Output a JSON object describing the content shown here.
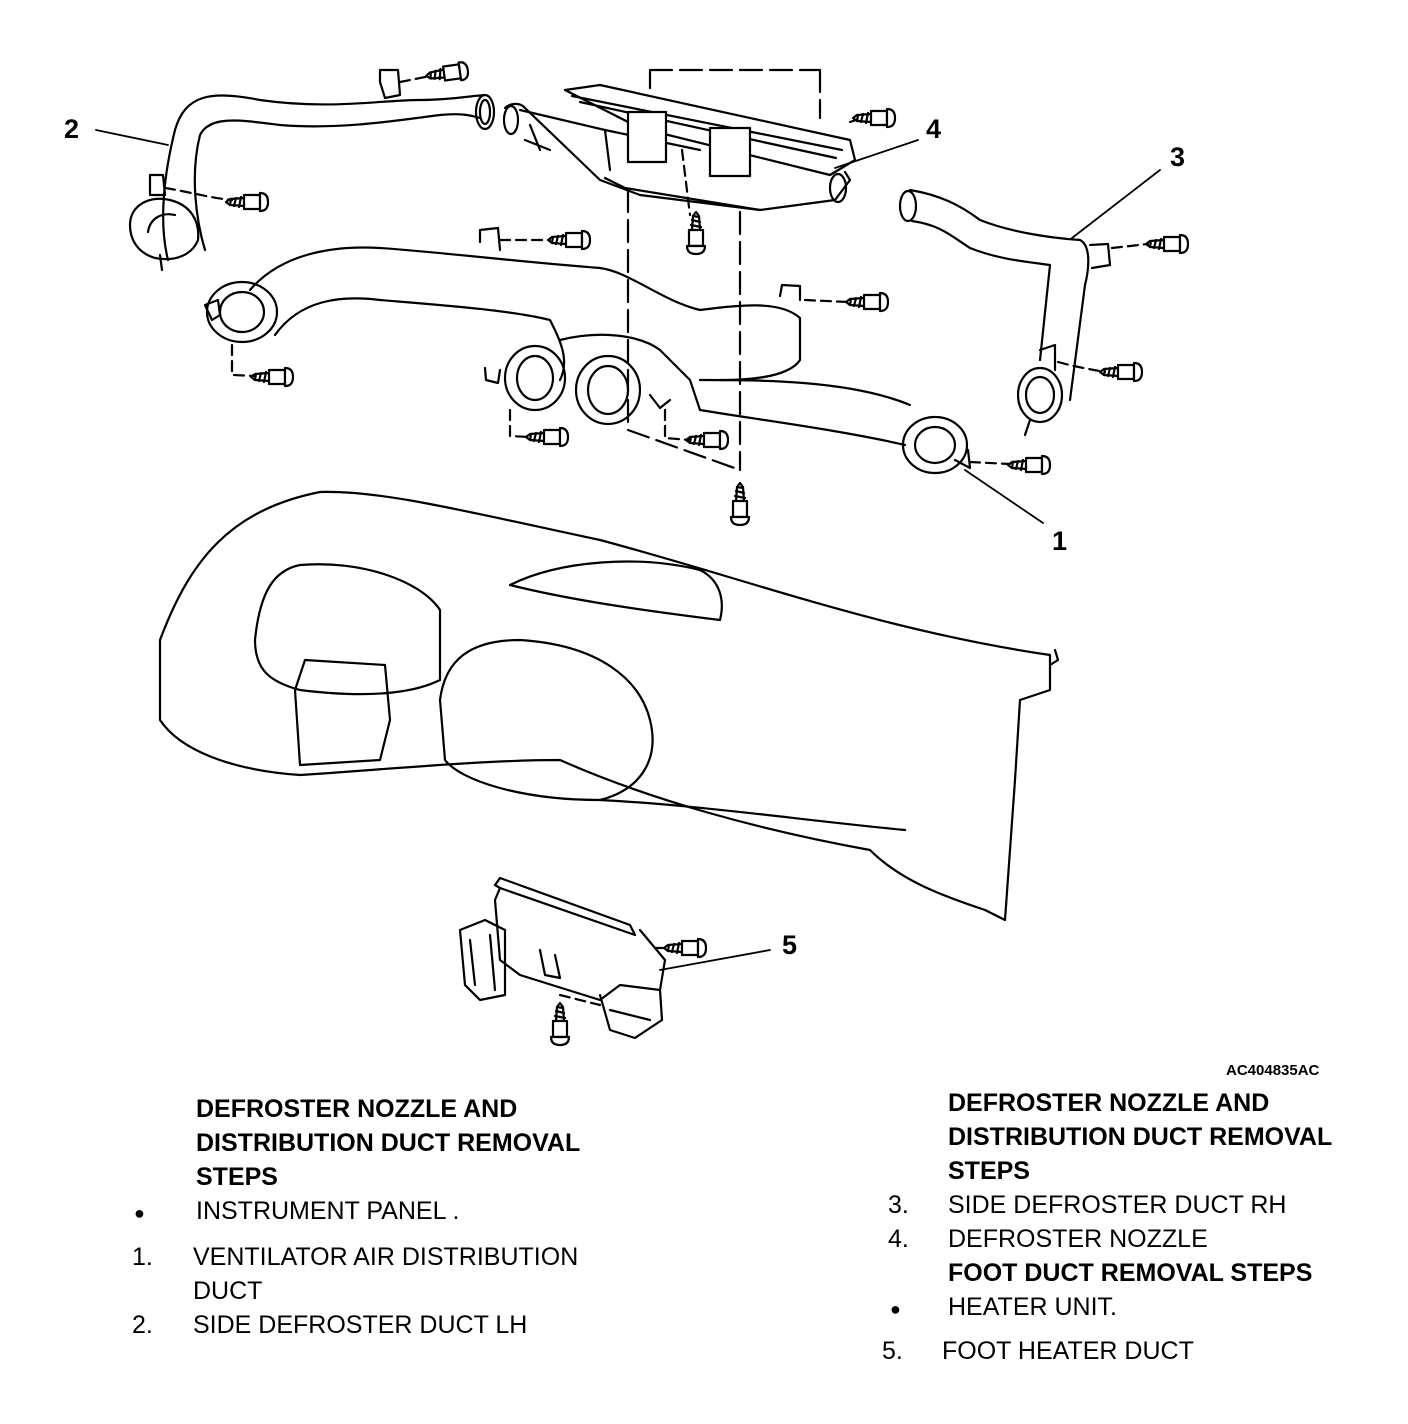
{
  "callouts": [
    "1",
    "2",
    "3",
    "4",
    "5"
  ],
  "figure_id": "AC404835AC",
  "left_steps": {
    "heading_lines": [
      "DEFROSTER NOZZLE AND",
      "DISTRIBUTION DUCT REMOVAL",
      "STEPS"
    ],
    "bullet": "●",
    "prereq": "INSTRUMENT PANEL .",
    "items": [
      {
        "num": "1.",
        "lines": [
          "VENTILATOR AIR DISTRIBUTION",
          "DUCT"
        ]
      },
      {
        "num": "2.",
        "lines": [
          "SIDE DEFROSTER DUCT LH"
        ]
      }
    ]
  },
  "right_steps": {
    "heading_lines": [
      "DEFROSTER NOZZLE AND",
      "DISTRIBUTION DUCT REMOVAL",
      "STEPS"
    ],
    "items": [
      {
        "num": "3.",
        "text": "SIDE DEFROSTER DUCT RH"
      },
      {
        "num": "4.",
        "text": "DEFROSTER NOZZLE"
      }
    ],
    "foot_heading": "FOOT DUCT REMOVAL STEPS",
    "bullet": "●",
    "foot_prereq": "HEATER UNIT.",
    "foot_item": {
      "num": "5.",
      "text": "FOOT HEATER DUCT"
    }
  }
}
